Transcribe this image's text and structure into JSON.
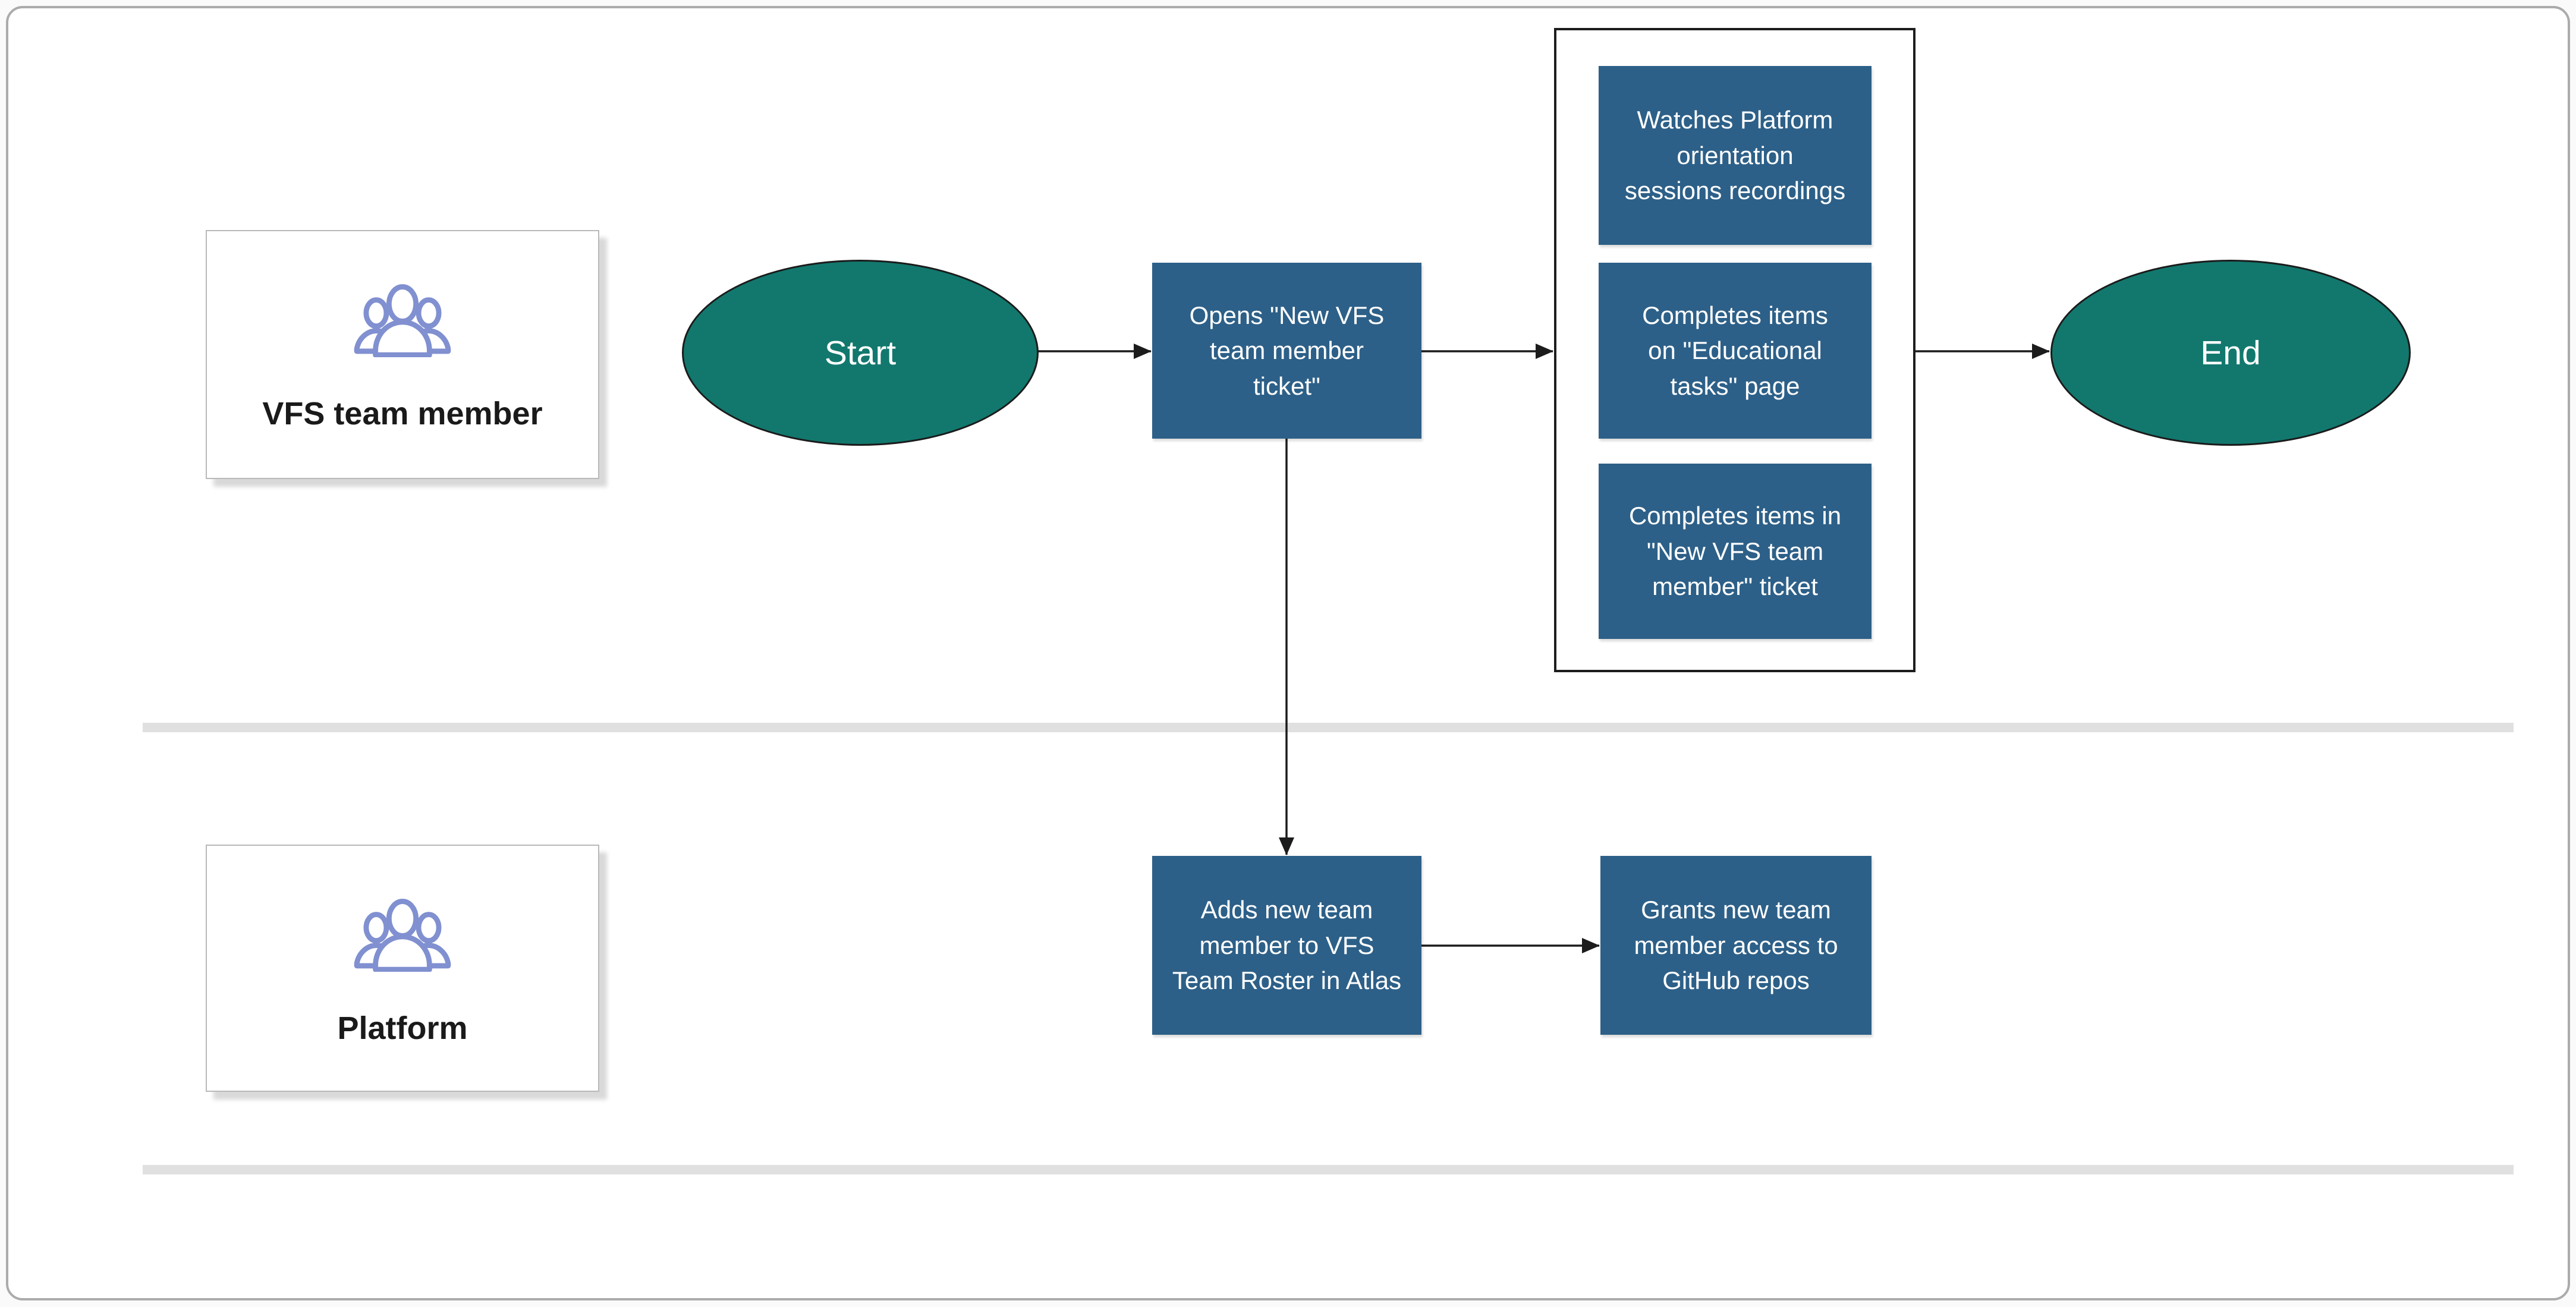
{
  "diagram": {
    "type": "swimlane-flowchart",
    "lanes": [
      {
        "id": "vfs-team-member",
        "label": "VFS team member",
        "icon": "team-icon"
      },
      {
        "id": "platform",
        "label": "Platform",
        "icon": "team-icon"
      }
    ],
    "nodes": {
      "start": {
        "label": "Start",
        "shape": "terminal"
      },
      "opens_ticket": {
        "label": "Opens \"New VFS\nteam member\nticket\"",
        "shape": "process"
      },
      "watches_orientation": {
        "label": "Watches Platform\norientation\nsessions recordings",
        "shape": "process"
      },
      "educational_tasks": {
        "label": "Completes items\non \"Educational\ntasks\" page",
        "shape": "process"
      },
      "ticket_items": {
        "label": "Completes items in\n\"New VFS team\nmember\" ticket",
        "shape": "process"
      },
      "adds_roster": {
        "label": "Adds new team\nmember to VFS\nTeam Roster in Atlas",
        "shape": "process"
      },
      "grants_github": {
        "label": "Grants new team\nmember access to\nGitHub repos",
        "shape": "process"
      },
      "end": {
        "label": "End",
        "shape": "terminal"
      }
    },
    "edges": [
      {
        "from": "start",
        "to": "opens_ticket"
      },
      {
        "from": "opens_ticket",
        "to": "task-group"
      },
      {
        "from": "task-group",
        "to": "end"
      },
      {
        "from": "opens_ticket",
        "to": "adds_roster"
      },
      {
        "from": "adds_roster",
        "to": "grants_github"
      }
    ],
    "colors": {
      "terminal_fill": "#12786e",
      "process_fill": "#2d6088",
      "node_text": "#ffffff",
      "lane_label_text": "#1a1a1a",
      "people_icon": "#8090d0",
      "lane_divider": "#e0e0e0",
      "group_border": "#1d1d1d",
      "connector": "#1c1c1c",
      "card_border": "#ababab",
      "card_background": "#ffffff",
      "page_background": "#fafafa"
    }
  }
}
